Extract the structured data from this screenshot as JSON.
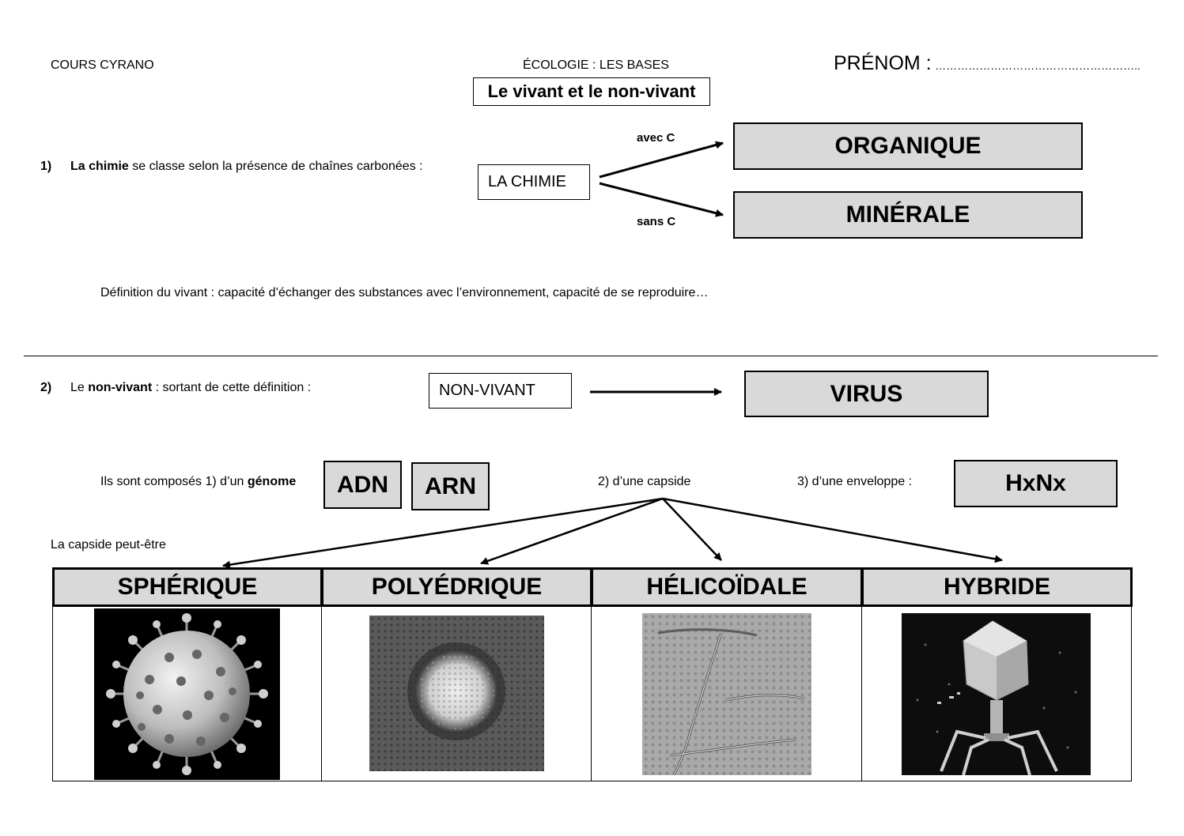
{
  "header": {
    "school": "COURS CYRANO",
    "subject": "ÉCOLOGIE : LES BASES",
    "prenom_label": "PRÉNOM :",
    "prenom_dots": "………………………………………………..",
    "title": "Le vivant et le non-vivant"
  },
  "section1": {
    "number": "1)",
    "label_bold": "La chimie",
    "label_rest": " se classe selon la présence de chaînes carbonées :",
    "box": "LA CHIMIE",
    "arrow_top_label": "avec C",
    "arrow_bottom_label": "sans C",
    "result_top": "ORGANIQUE",
    "result_bottom": "MINÉRALE",
    "definition": "Définition du vivant : capacité d’échanger des substances avec l’environnement, capacité de se reproduire…"
  },
  "section2": {
    "number": "2)",
    "label_pre": "Le ",
    "label_bold": "non-vivant",
    "label_rest": " : sortant de cette définition :",
    "box": "NON-VIVANT",
    "result": "VIRUS",
    "composed_pre": "Ils sont composés 1) d’un ",
    "composed_bold": "génome",
    "genome_1": "ADN",
    "genome_2": "ARN",
    "capside": "2) d’une capside",
    "enveloppe": "3) d’une enveloppe :",
    "enveloppe_box": "HxNx",
    "capside_intro": "La capside peut-être"
  },
  "table": {
    "headers": [
      "SPHÉRIQUE",
      "POLYÉDRIQUE",
      "HÉLICOÏDALE",
      "HYBRIDE"
    ],
    "images": [
      "spherical-virus-icon",
      "polyhedral-virus-icon",
      "helical-virus-icon",
      "bacteriophage-icon"
    ]
  },
  "colors": {
    "box_fill": "#d9d9d9",
    "border": "#000000"
  }
}
